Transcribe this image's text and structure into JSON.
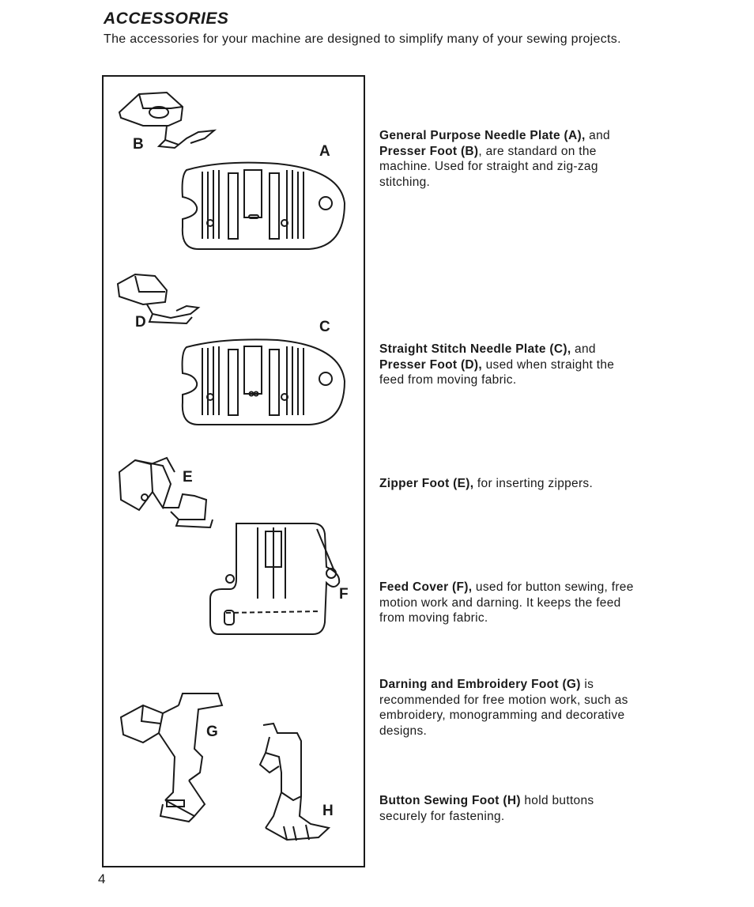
{
  "heading": "ACCESSORIES",
  "intro": "The accessories for your machine are designed to simplify many of your sewing projects.",
  "figure_labels": {
    "a": "A",
    "b": "B",
    "c": "C",
    "d": "D",
    "e": "E",
    "f": "F",
    "g": "G",
    "h": "H"
  },
  "items": [
    {
      "title": "General Purpose Needle Plate (A),",
      "mid": " and ",
      "title2": "Presser Foot (B)",
      "text": ", are standard on the machine. Used for straight and zig-zag stitching."
    },
    {
      "title": "Straight Stitch Needle Plate (C),",
      "mid": " and ",
      "title2": "Presser Foot (D),",
      "text": " used when straight the feed from moving fabric."
    },
    {
      "title": "Zipper Foot (E),",
      "text": " for inserting zippers."
    },
    {
      "title": "Feed Cover (F),",
      "text": " used for button sewing, free motion work and darning. It keeps the feed from moving fabric."
    },
    {
      "title": "Darning and Embroidery Foot (G)",
      "text": " is recommended for free motion work, such as embroidery, monogramming and decorative designs."
    },
    {
      "title": "Button Sewing Foot (H)",
      "text": " hold buttons securely for fastening."
    }
  ],
  "page_number": "4"
}
